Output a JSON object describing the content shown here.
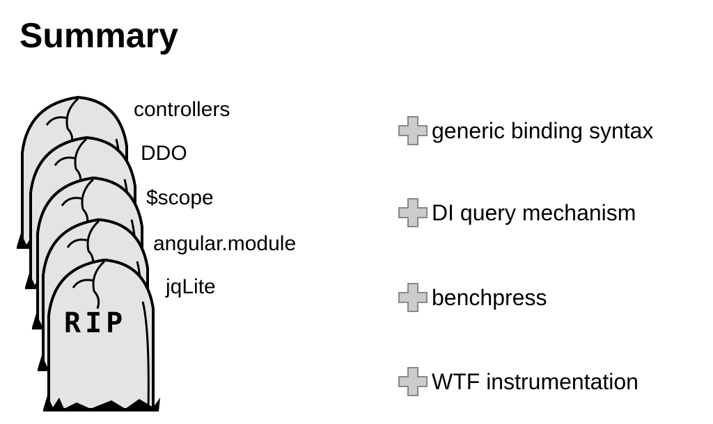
{
  "title": "Summary",
  "deprecated": {
    "icon": "tombstone-icon",
    "tombstone_text": "RIP",
    "items": [
      "controllers",
      "DDO",
      "$scope",
      "angular.module",
      "jqLite"
    ]
  },
  "new_features": {
    "icon": "plus-icon",
    "items": [
      "generic binding syntax",
      "DI query mechanism",
      "benchpress",
      "WTF instrumentation"
    ]
  },
  "colors": {
    "stone_fill": "#e4e4e4",
    "plus_fill": "#cccccc",
    "plus_border": "#888888"
  }
}
